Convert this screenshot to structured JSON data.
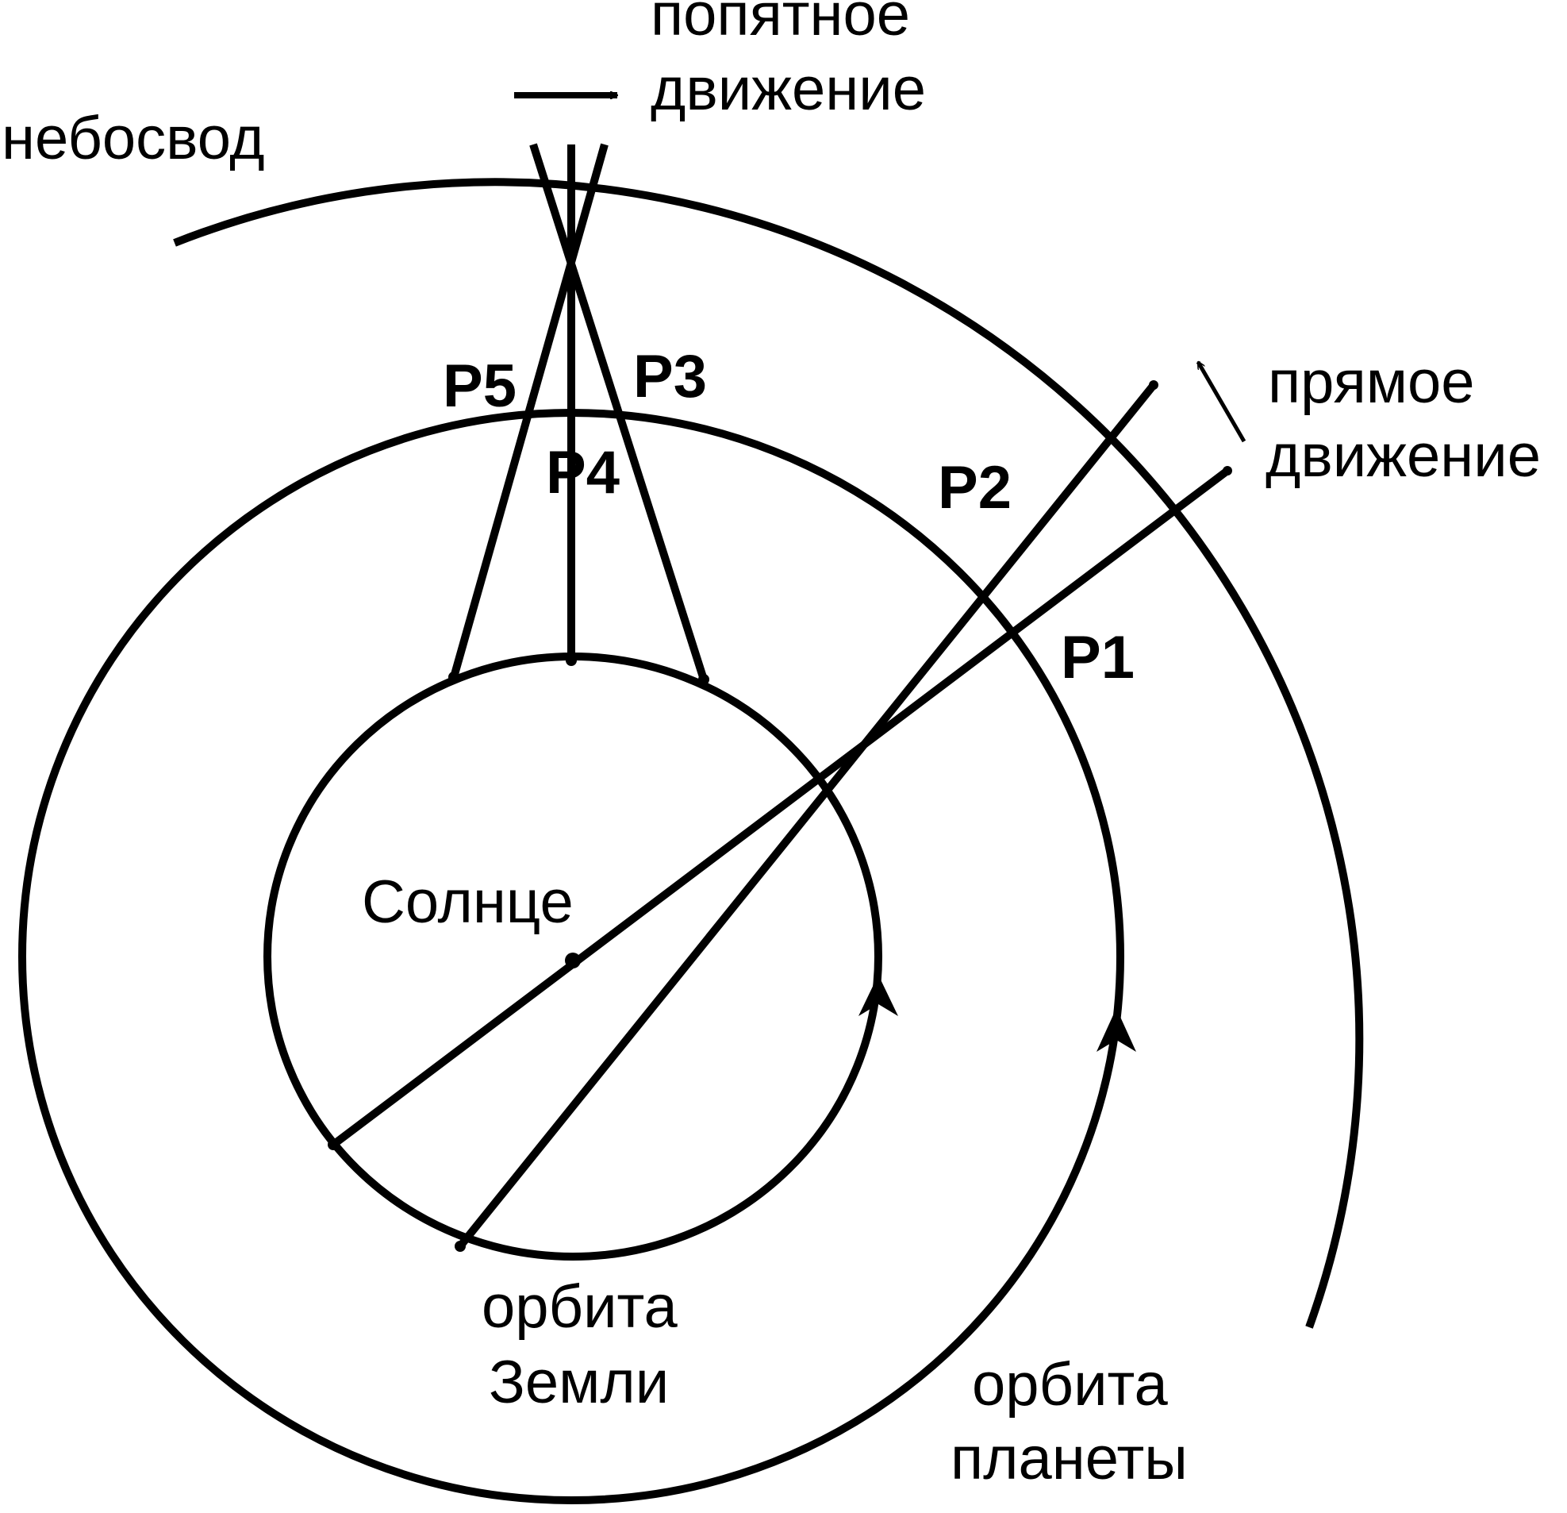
{
  "labels": {
    "sky": "небосвод",
    "retrograde_1": "попятное",
    "retrograde_2": "движение",
    "direct_1": "прямое",
    "direct_2": "движение",
    "sun": "Солнце",
    "earth_orbit_1": "орбита",
    "earth_orbit_2": "Земли",
    "planet_orbit_1": "орбита",
    "planet_orbit_2": "планеты",
    "p1": "P1",
    "p2": "P2",
    "p3": "P3",
    "p4": "P4",
    "p5": "P5"
  },
  "colors": {
    "ink": "#000000",
    "background": "#ffffff"
  }
}
